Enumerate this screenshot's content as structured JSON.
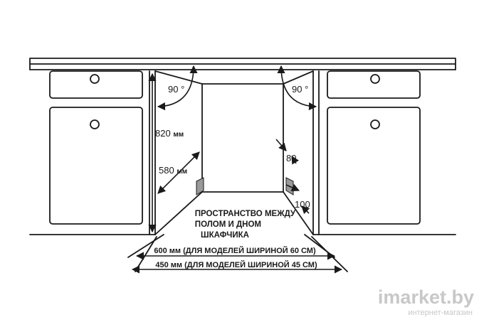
{
  "labels": {
    "angle_left": "90 °",
    "angle_right": "90 °",
    "height_num": "820",
    "height_unit": "мм",
    "depth_num": "580",
    "depth_unit": "мм",
    "dim_80": "80",
    "dim_100": "100",
    "space_line1": "ПРОСТРАНСТВО МЕЖДУ",
    "space_line2": "ПОЛОМ И ДНОМ",
    "space_line3": "ШКАФЧИКА",
    "width_60": "600 мм (ДЛЯ МОДЕЛЕЙ ШИРИНОЙ 60 СМ)",
    "width_45": "450 мм (ДЛЯ МОДЕЛЕЙ ШИРИНОЙ 45 СМ)"
  },
  "watermark": {
    "brand": "imarket.by",
    "tagline": "интернет-магазин"
  },
  "colors": {
    "line": "#1a1a1a",
    "watermark": "#c8c8c8"
  }
}
